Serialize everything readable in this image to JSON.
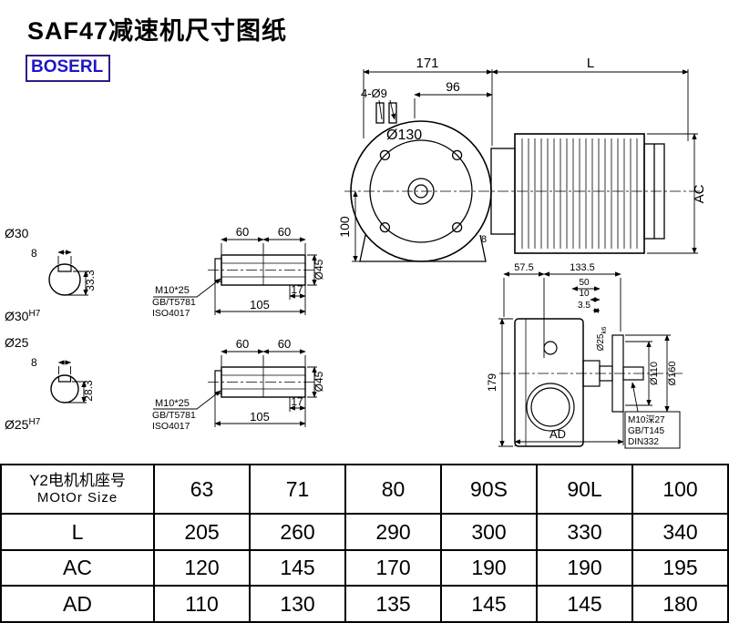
{
  "page": {
    "title": "SAF47减速机尺寸图纸",
    "brand": "BOSERL"
  },
  "front_view": {
    "dim_171": "171",
    "dim_L": "L",
    "dim_96": "96",
    "holes_label": "4-Ø9",
    "flange_dia": "Ø130",
    "dim_100": "100",
    "dim_8": "8",
    "dim_AC": "AC"
  },
  "shaft_section_30": {
    "dia": "Ø30",
    "key_width": "8",
    "key_depth": "33.3",
    "bore_base": "Ø30",
    "bore_tol": "H7"
  },
  "shaft_section_25": {
    "dia": "Ø25",
    "key_width": "8",
    "key_depth": "28.3",
    "bore_base": "Ø25",
    "bore_tol": "H7"
  },
  "shaft_detail_upper": {
    "dim_60_left": "60",
    "dim_60_right": "60",
    "dim_17": "17",
    "dim_105": "105",
    "dia_45": "Ø45",
    "note1": "M10*25",
    "note2": "GB/T5781",
    "note3": "ISO4017"
  },
  "shaft_detail_lower": {
    "dim_60_left": "60",
    "dim_60_right": "60",
    "dim_17": "17",
    "dim_105": "105",
    "dia_45": "Ø45",
    "note1": "M10*25",
    "note2": "GB/T5781",
    "note3": "ISO4017"
  },
  "side_view": {
    "dim_57_5": "57.5",
    "dim_133_5": "133.5",
    "dim_50": "50",
    "dim_10": "10",
    "dim_3_5": "3.5",
    "dim_179": "179",
    "dim_AD": "AD",
    "shaft_dia_base": "Ø25",
    "shaft_dia_tol": "k6",
    "dia_110": "Ø110",
    "dia_160": "Ø160",
    "note1": "M10深27",
    "note2": "GB/T145",
    "note3": "DIN332"
  },
  "table": {
    "header": {
      "row_label_line1": "Y2电机机座号",
      "row_label_line2": "MOtOr Size",
      "sizes": [
        "63",
        "71",
        "80",
        "90S",
        "90L",
        "100"
      ]
    },
    "rows": [
      {
        "label": "L",
        "values": [
          "205",
          "260",
          "290",
          "300",
          "330",
          "340"
        ]
      },
      {
        "label": "AC",
        "values": [
          "120",
          "145",
          "170",
          "190",
          "190",
          "195"
        ]
      },
      {
        "label": "AD",
        "values": [
          "110",
          "130",
          "135",
          "145",
          "145",
          "180"
        ]
      }
    ]
  }
}
